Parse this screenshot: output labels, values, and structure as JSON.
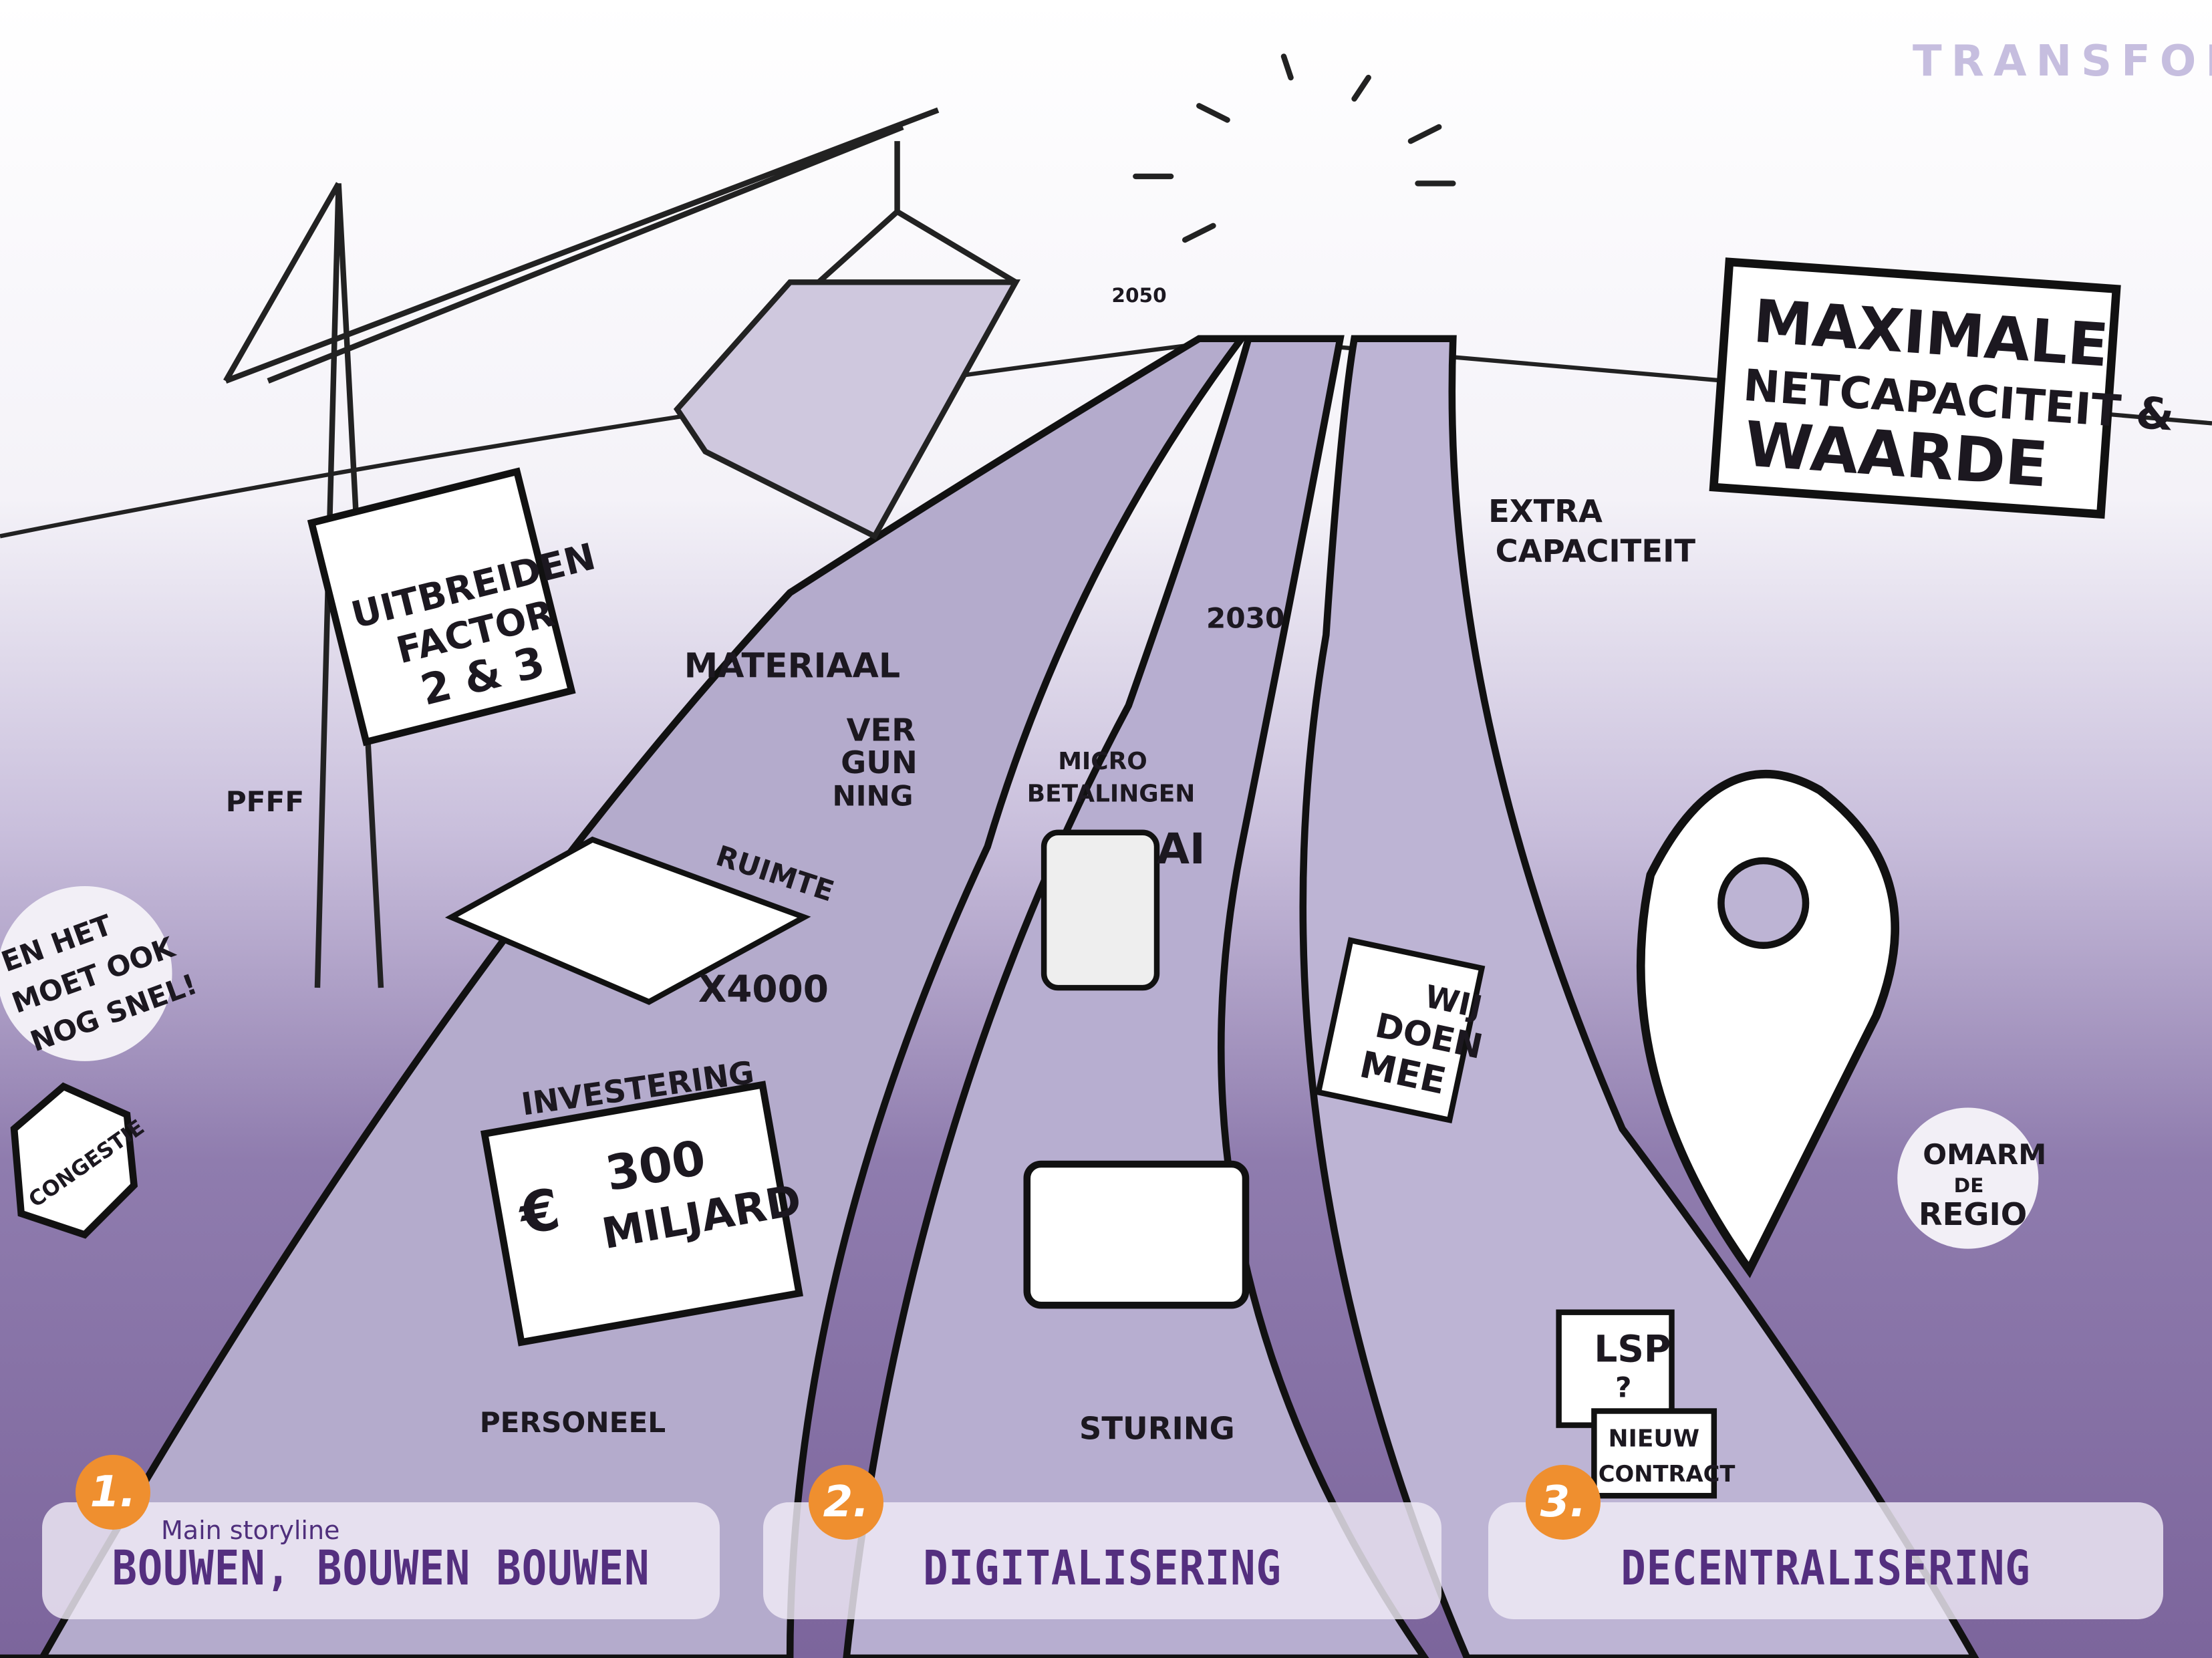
{
  "logo": "TRANSFORM",
  "colors": {
    "accent": "#ef8f2f",
    "title": "#542f7f",
    "road": "#b1a8cb",
    "ground": "#7e6a9e"
  },
  "sketch_labels": {
    "uitbreiden": [
      "UITBREIDEN",
      "FACTOR",
      "2 & 3"
    ],
    "materiaal": "MATERIAAL",
    "vergunning": [
      "VER",
      "GUN",
      "NING"
    ],
    "ruimte": "RUIMTE",
    "x4000": "X4000",
    "investering": "INVESTERING",
    "cheque": [
      "€",
      "300",
      "MILJARD"
    ],
    "personeel": "PERSONEEL",
    "pfff": "PFFF",
    "snel": [
      "EN HET",
      "MOET OOK",
      "NOG SNEL!"
    ],
    "congestie": "CONGESTIE",
    "micro": [
      "MICRO",
      "BETALINGEN"
    ],
    "ai": "AI",
    "sturing": "STURING",
    "y2050": "2050",
    "y2030": "2030",
    "extra": [
      "EXTRA",
      "CAPACITEIT"
    ],
    "maximale": [
      "MAXIMALE",
      "NETCAPACITEIT &",
      "WAARDE"
    ],
    "wijdoenmee": [
      "WIJ",
      "DOEN",
      "MEE"
    ],
    "omarm": [
      "OMARM",
      "DE",
      "REGIO"
    ],
    "lsp": [
      "LSP",
      "?"
    ],
    "contract": [
      "NIEUW",
      "CONTRACT"
    ]
  },
  "storylines": [
    {
      "number": "1.",
      "subtitle": "Main storyline",
      "title": "BOUWEN, BOUWEN BOUWEN"
    },
    {
      "number": "2.",
      "title": "DIGITALISERING"
    },
    {
      "number": "3.",
      "title": "DECENTRALISERING"
    }
  ]
}
